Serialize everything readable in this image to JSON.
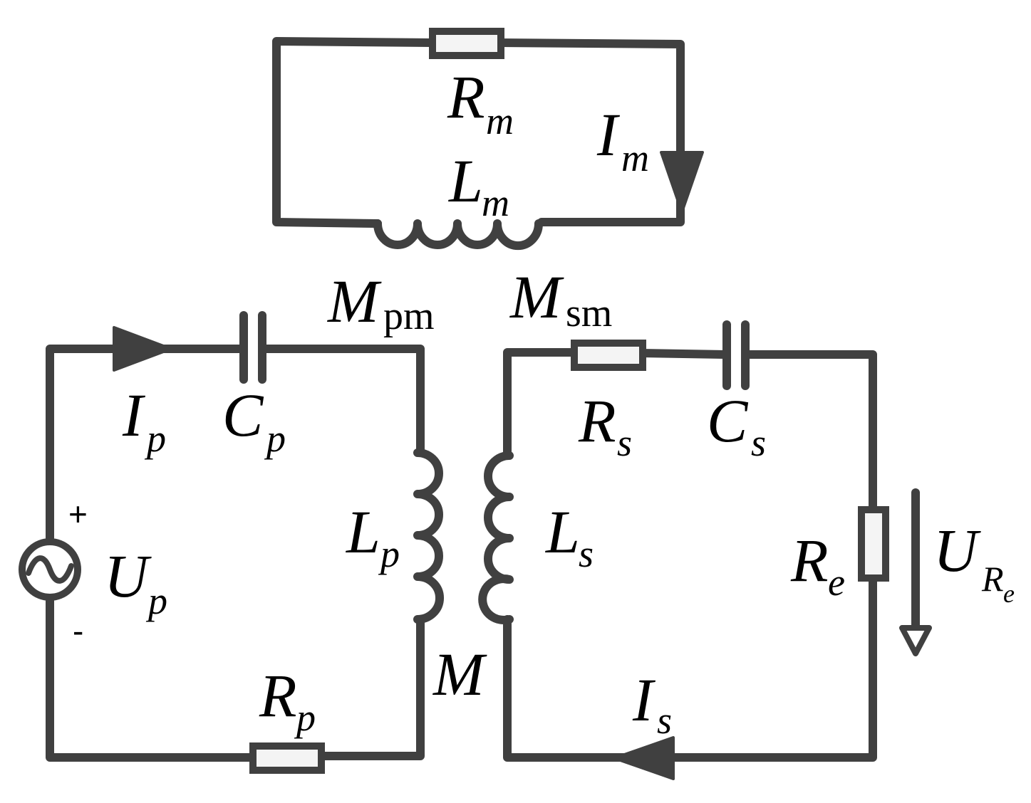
{
  "labels": {
    "Rm": {
      "main": "R",
      "sub": "m"
    },
    "Lm": {
      "main": "L",
      "sub": "m"
    },
    "Im": {
      "main": "I",
      "sub": "m"
    },
    "Mpm": {
      "main": "M",
      "sub": "pm"
    },
    "Msm": {
      "main": "M",
      "sub": "sm"
    },
    "Ip": {
      "main": "I",
      "sub": "p"
    },
    "Cp": {
      "main": "C",
      "sub": "p"
    },
    "Lp": {
      "main": "L",
      "sub": "p"
    },
    "Up": {
      "main": "U",
      "sub": "p"
    },
    "Rp": {
      "main": "R",
      "sub": "p"
    },
    "M": {
      "main": "M"
    },
    "Rs": {
      "main": "R",
      "sub": "s"
    },
    "Cs": {
      "main": "C",
      "sub": "s"
    },
    "Ls": {
      "main": "L",
      "sub": "s"
    },
    "Re": {
      "main": "R",
      "sub": "e"
    },
    "URe": {
      "main": "U",
      "sub": "R",
      "subsub": "e"
    },
    "Is": {
      "main": "I",
      "sub": "s"
    }
  },
  "signs": {
    "plus": "+",
    "minus": "-"
  },
  "colors": {
    "wire": "#404040",
    "resistor_fill": "#f4f4f4"
  }
}
